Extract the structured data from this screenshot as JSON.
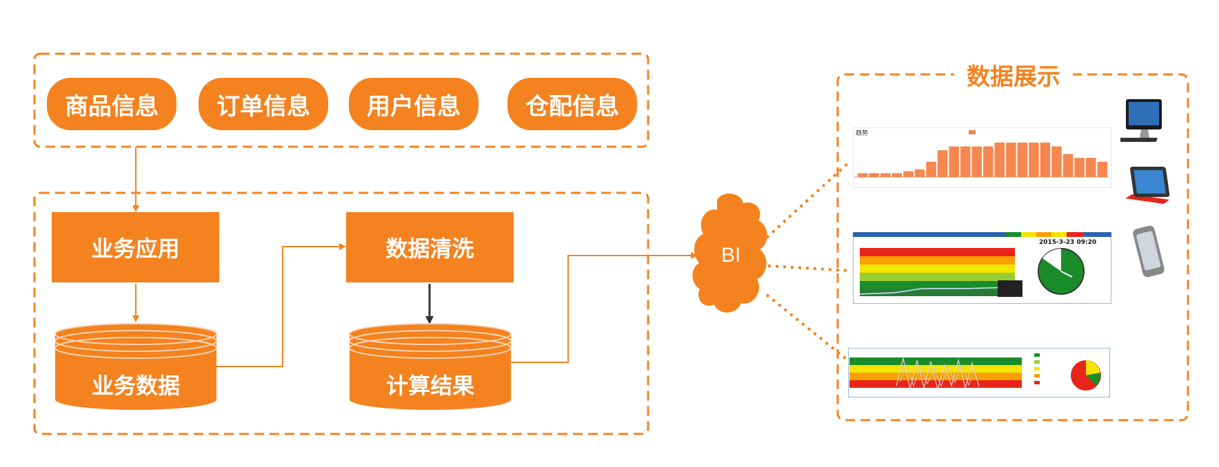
{
  "sources": {
    "items": [
      "商品信息",
      "订单信息",
      "用户信息",
      "仓配信息"
    ]
  },
  "process": {
    "app_label": "业务应用",
    "biz_data_label": "业务数据",
    "cleaning_label": "数据清洗",
    "result_label": "计算结果"
  },
  "bi": {
    "label": "BI"
  },
  "display": {
    "title": "数据展示",
    "chart1": {
      "title": "趋势",
      "bar_values": [
        1,
        1,
        1,
        1,
        1.5,
        2,
        4,
        7,
        8,
        8,
        8,
        8,
        9,
        9,
        9,
        9,
        9,
        8,
        6,
        5,
        5,
        4
      ]
    },
    "chart2": {
      "timestamp": "2015-3-23 09:20"
    },
    "devices": [
      "desktop-icon",
      "tablet-icon",
      "phone-icon"
    ]
  },
  "colors": {
    "accent": "#f4821f",
    "green": "#1b8c2a",
    "yellow": "#f5e400",
    "red": "#e8241b"
  }
}
